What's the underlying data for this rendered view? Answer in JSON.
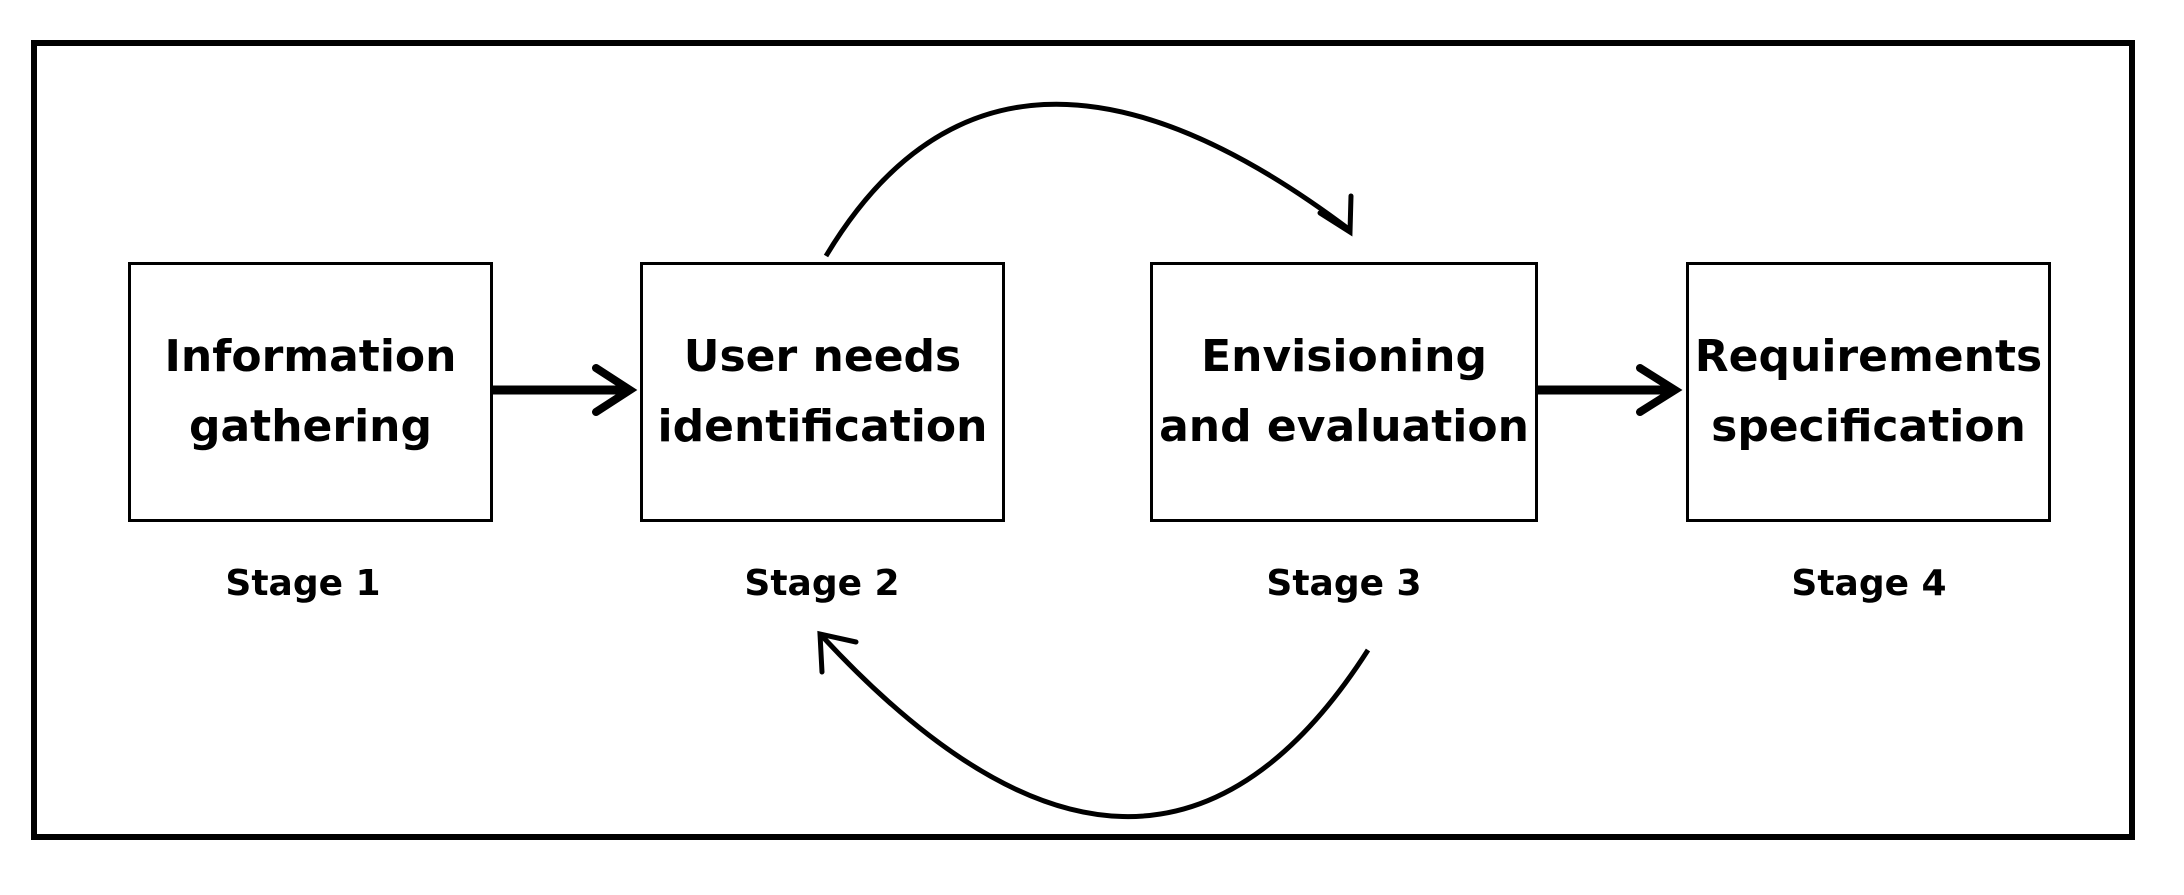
{
  "stages": [
    {
      "title": "Information\ngathering",
      "caption": "Stage 1"
    },
    {
      "title": "User needs\nidentification",
      "caption": "Stage 2"
    },
    {
      "title": "Envisioning\nand evaluation",
      "caption": "Stage 3"
    },
    {
      "title": "Requirements\nspecification",
      "caption": "Stage 4"
    }
  ],
  "colors": {
    "stroke": "#000000",
    "background": "#ffffff"
  }
}
